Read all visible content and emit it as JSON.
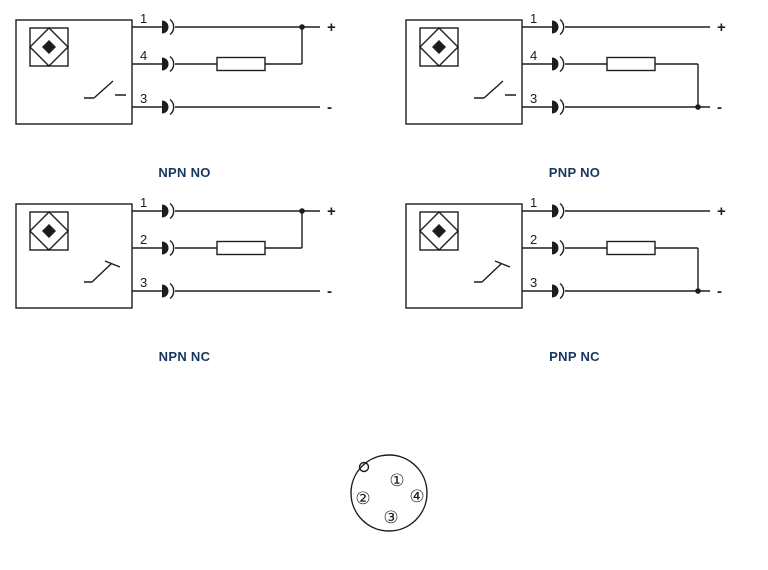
{
  "colors": {
    "line": "#1d1d1d",
    "caption": "#17375d",
    "background": "#ffffff"
  },
  "diagrams": [
    {
      "id": "npn-no",
      "label": "NPN NO",
      "pins": [
        "1",
        "4",
        "3"
      ],
      "plus": "+",
      "minus": "-",
      "switch": "NO",
      "load_branch": "up"
    },
    {
      "id": "pnp-no",
      "label": "PNP NO",
      "pins": [
        "1",
        "4",
        "3"
      ],
      "plus": "+",
      "minus": "-",
      "switch": "NO",
      "load_branch": "down"
    },
    {
      "id": "npn-nc",
      "label": "NPN NC",
      "pins": [
        "1",
        "2",
        "3"
      ],
      "plus": "+",
      "minus": "-",
      "switch": "NC",
      "load_branch": "up"
    },
    {
      "id": "pnp-nc",
      "label": "PNP NC",
      "pins": [
        "1",
        "2",
        "3"
      ],
      "plus": "+",
      "minus": "-",
      "switch": "NC",
      "load_branch": "down"
    }
  ],
  "connector": {
    "pin1": "①",
    "pin2": "②",
    "pin3": "③",
    "pin4": "④"
  }
}
